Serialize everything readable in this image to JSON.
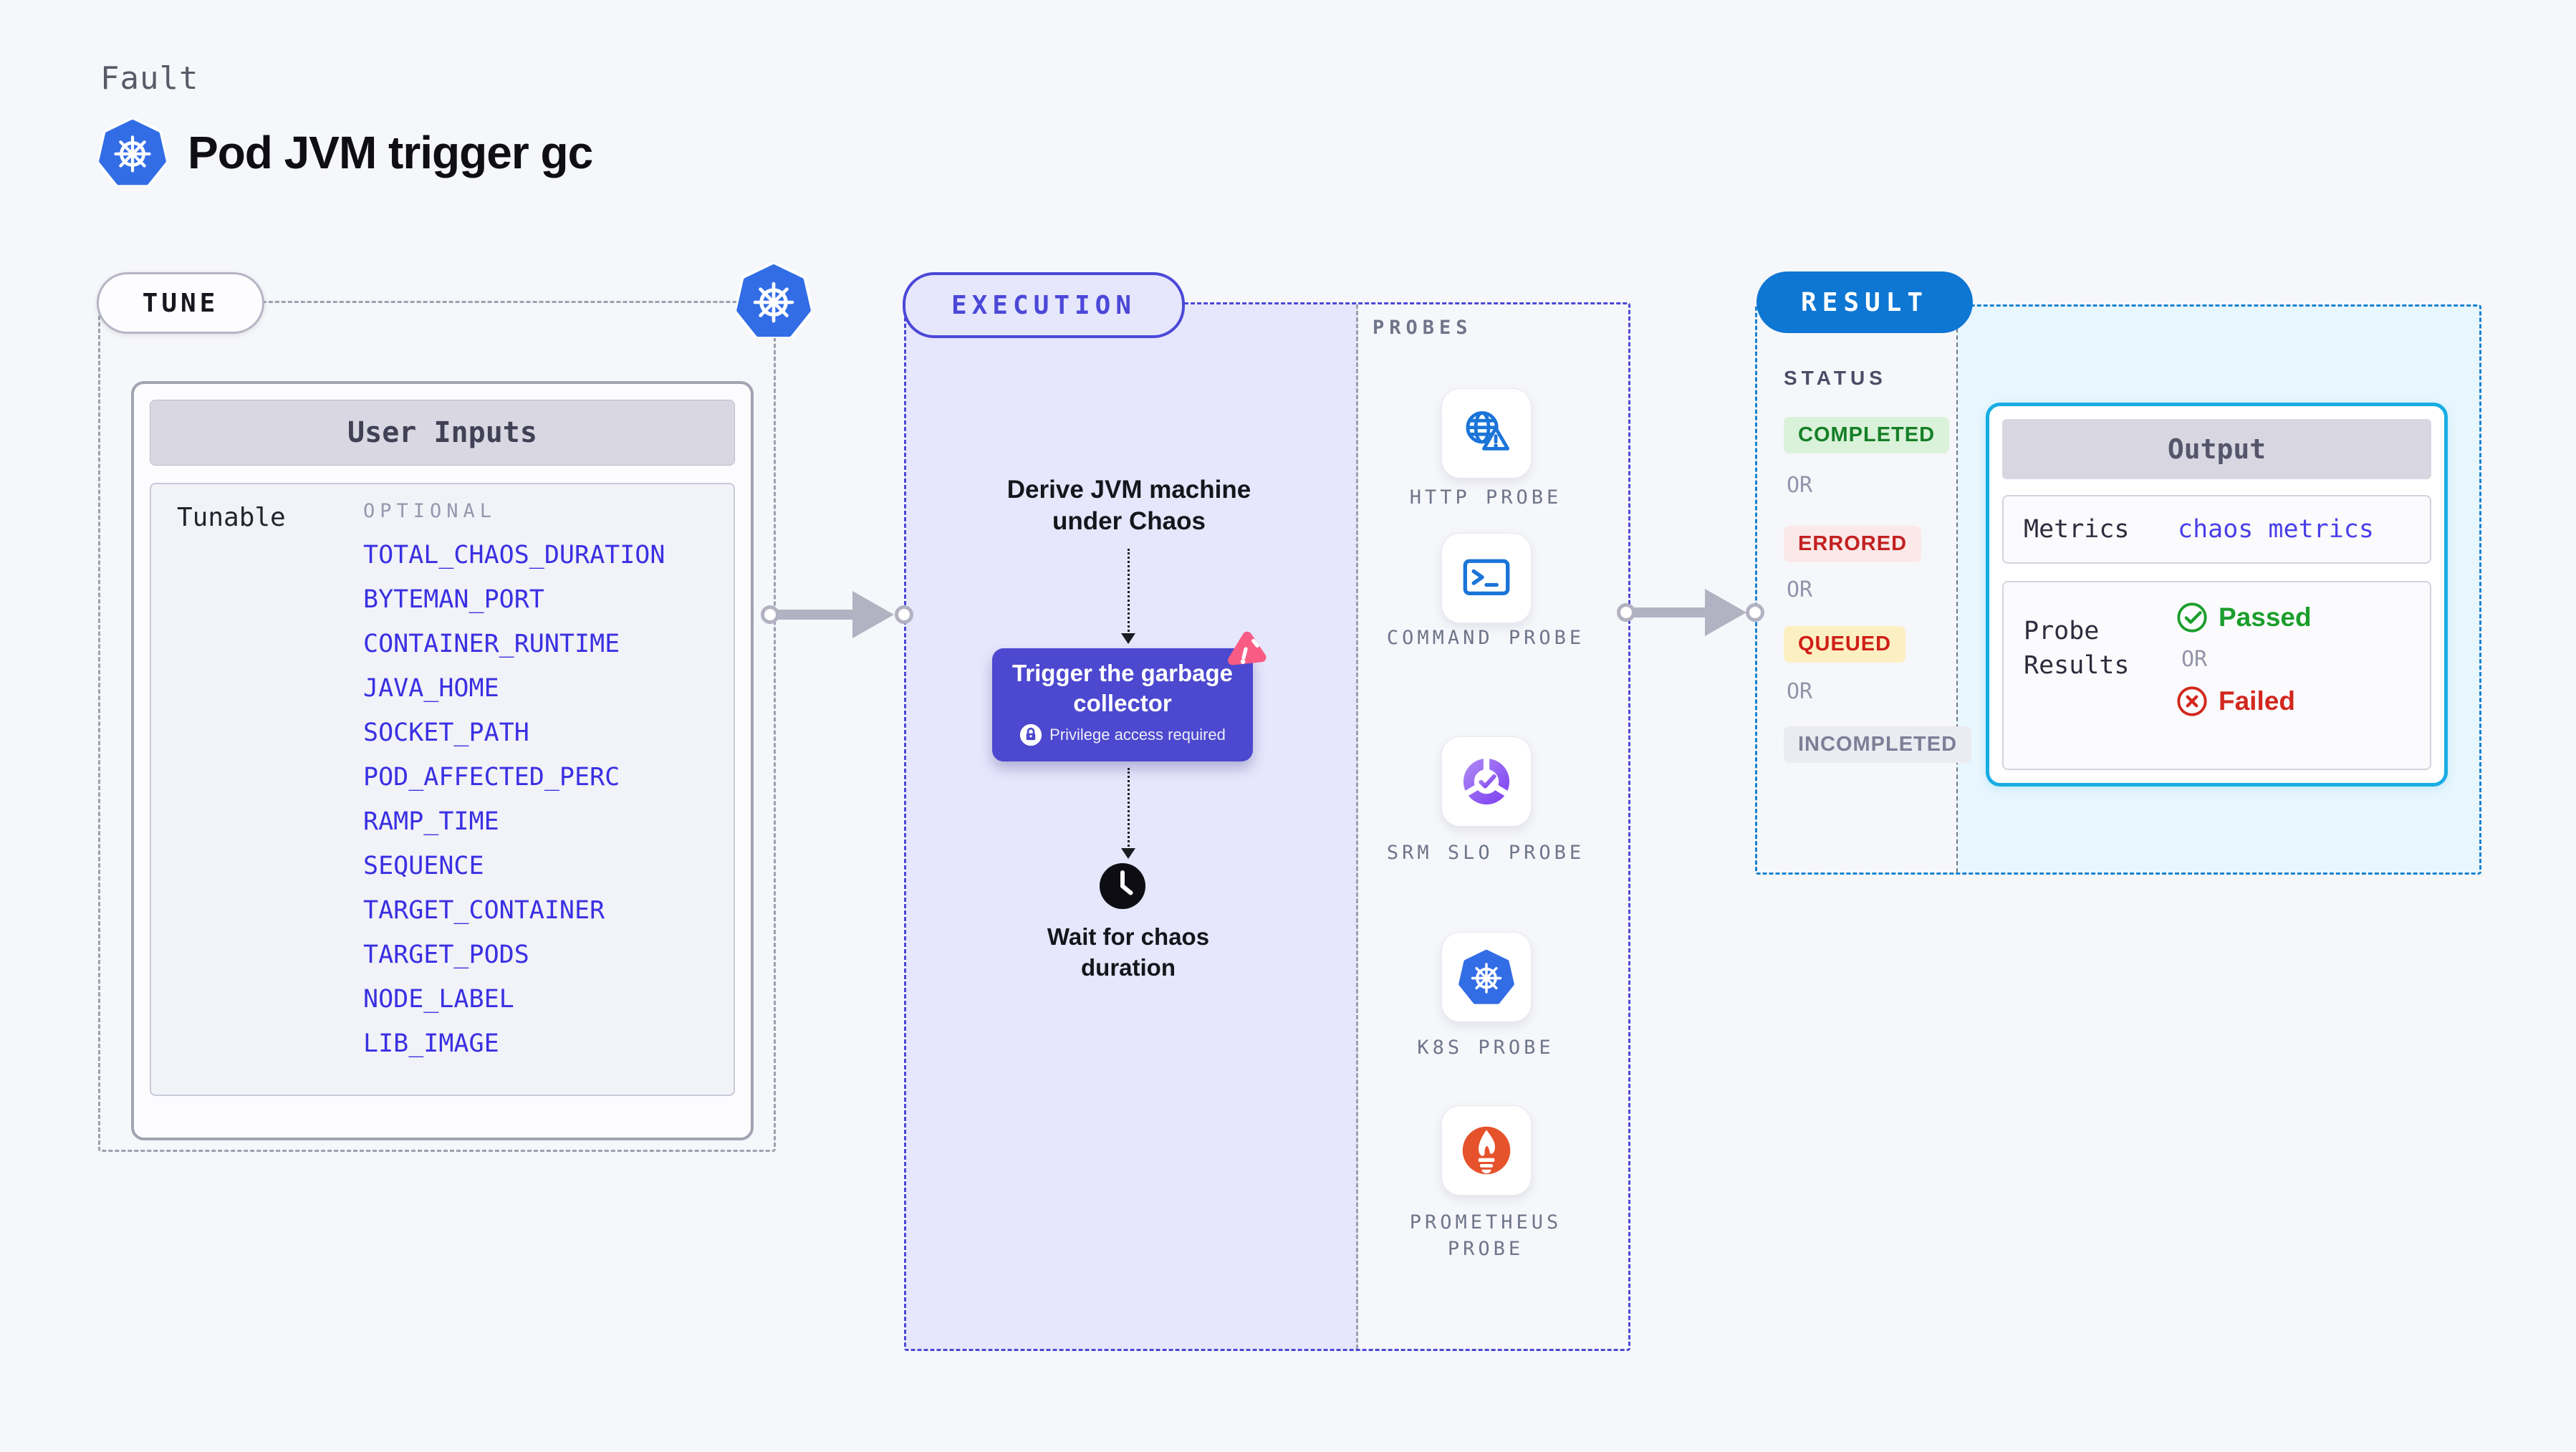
{
  "header": {
    "eyebrow": "Fault",
    "title": "Pod JVM trigger gc"
  },
  "tune": {
    "pill_label": "TUNE",
    "user_inputs_title": "User Inputs",
    "tunable_label": "Tunable",
    "optional_label": "OPTIONAL",
    "params": [
      "TOTAL_CHAOS_DURATION",
      "BYTEMAN_PORT",
      "CONTAINER_RUNTIME",
      "JAVA_HOME",
      "SOCKET_PATH",
      "POD_AFFECTED_PERC",
      "RAMP_TIME",
      "SEQUENCE",
      "TARGET_CONTAINER",
      "TARGET_PODS",
      "NODE_LABEL",
      "LIB_IMAGE"
    ]
  },
  "execution": {
    "pill_label": "EXECUTION",
    "derive_text": "Derive JVM machine under Chaos",
    "gc_card_title": "Trigger the garbage collector",
    "gc_card_note": "Privilege access required",
    "wait_text": "Wait for chaos duration"
  },
  "probes": {
    "label": "PROBES",
    "items": [
      {
        "label": "HTTP PROBE",
        "icon": "globe-warning-icon"
      },
      {
        "label": "COMMAND PROBE",
        "icon": "terminal-icon"
      },
      {
        "label": "SRM SLO PROBE",
        "icon": "slo-donut-check-icon"
      },
      {
        "label": "K8S PROBE",
        "icon": "kubernetes-icon"
      },
      {
        "label": "PROMETHEUS PROBE",
        "icon": "prometheus-flame-icon"
      }
    ]
  },
  "result": {
    "pill_label": "RESULT",
    "status_label": "STATUS",
    "or_label": "OR",
    "statuses": [
      {
        "label": "COMPLETED",
        "text_color": "#157f27",
        "bg_color": "#daf2d9"
      },
      {
        "label": "ERRORED",
        "text_color": "#c32020",
        "bg_color": "#fbe9e9"
      },
      {
        "label": "QUEUED",
        "text_color": "#cf1f16",
        "bg_color": "#fcf0c3"
      },
      {
        "label": "INCOMPLETED",
        "text_color": "#7c7f96",
        "bg_color": "#ebebf2"
      }
    ],
    "output": {
      "title": "Output",
      "metrics_label": "Metrics",
      "metrics_value": "chaos metrics",
      "probe_results_label": "Probe Results",
      "passed_label": "Passed",
      "or_label": "OR",
      "failed_label": "Failed"
    }
  },
  "colors": {
    "page_bg": "#f6f7fa",
    "accent_indigo": "#4b48d8",
    "gc_card_purple": "#4c48cf",
    "param_blue": "#3a30e2",
    "result_blue": "#0e76d3",
    "output_border_cyan": "#17ade3",
    "kubernetes_blue": "#326de6",
    "probe_icon_blue": "#1b74d8",
    "prometheus_orange": "#e6522c",
    "pink_badge": "#f85c84",
    "passed_green": "#1b9e2c",
    "failed_red": "#d2281e",
    "execution_fill": "#e6e6fc",
    "result_fill": "#e8f6fd"
  }
}
